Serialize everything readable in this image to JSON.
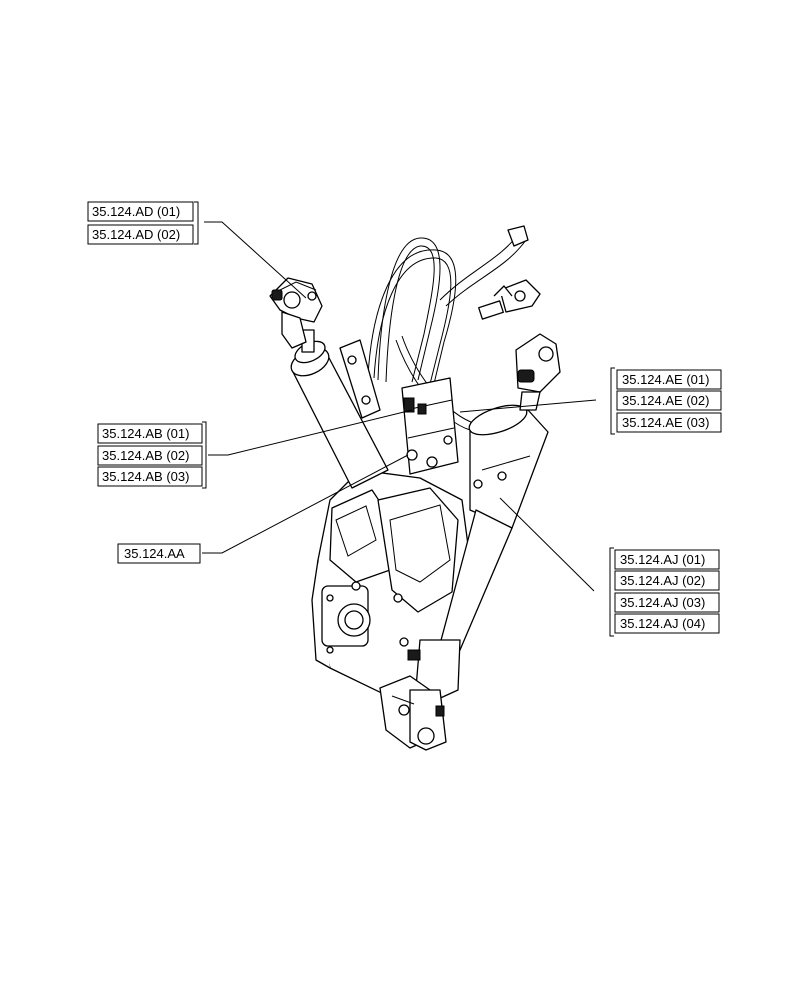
{
  "labels": {
    "ad": [
      "35.124.AD (01)",
      "35.124.AD (02)"
    ],
    "ae": [
      "35.124.AE (01)",
      "35.124.AE (02)",
      "35.124.AE (03)"
    ],
    "ab": [
      "35.124.AB (01)",
      "35.124.AB (02)",
      "35.124.AB (03)"
    ],
    "aa": [
      "35.124.AA"
    ],
    "aj": [
      "35.124.AJ (01)",
      "35.124.AJ (02)",
      "35.124.AJ (03)",
      "35.124.AJ (04)"
    ]
  }
}
